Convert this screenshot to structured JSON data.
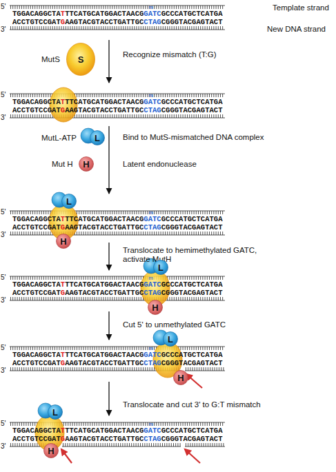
{
  "diagram": {
    "nodes": [
      {
        "text": [
          "S"
        ]
      },
      {
        "text": [
          "L"
        ]
      },
      {
        "text": [
          "H"
        ]
      },
      {
        "text": [
          "L"
        ]
      },
      {
        "text": [
          "H"
        ]
      },
      {
        "text": [
          "L"
        ]
      },
      {
        "text": [
          "H"
        ]
      },
      {
        "text": [
          "L"
        ]
      },
      {
        "text": [
          "H"
        ]
      },
      {
        "text": [
          "L"
        ]
      },
      {
        "text": [
          "H"
        ]
      }
    ],
    "labels": [
      "Template strand",
      "New DNA strand",
      "5'",
      "3'",
      "m",
      "TGGACAGGCTATTTCATGCATGGACTAACGGATCGCCCATGCTCATGA",
      "ACCTGTCCGATGAAGTACGTACCTGATTGCCTAGCGGGTACGAGTACT",
      "5'",
      "3'",
      "m",
      "TGGACAGGCTATTTCATGCATGGACTAACGGATCGCCCATGCTCATGA",
      "ACCTGTCCGATGAAGTACGTACCTGATTGCCTAGCGGGTACGAGTACT",
      "5'",
      "3'",
      "m",
      "TGGACAGGCTATTTCATGCATGGACTAACGGATCGCCCATGCTCATGA",
      "ACCTGTCCGATGAAGTACGTACCTGATTGCCTAGCGGGTACGAGTACT",
      "5'",
      "3'",
      "m",
      "TGGACAGGCTATTTCATGCATGGACTAACGGATCGCCCATGCTCATGA",
      "ACCTGTCCGATGAAGTACGTACCTGATTGCCTAGCGGGTACGAGTACT",
      "5'",
      "3'",
      "m",
      "TGGACAGGCTATTTCATGCATGGACTAACGGATCGCCCATGCTCATGA",
      "ACCTGTCCGATGAAGTACGTACCTGATTGCCTAGCGGGTACGAGTACT",
      "5'",
      "3'",
      "m",
      "TGGACAGGCTATTTCATGCATGGACTAACGGATCGCCCATGCTCATGA",
      "ACCTGTCCGATGAAGTACGTACCTGATTGCCTAGCGGGTACGAGTACT",
      "MutS",
      "Recognize mismatch (T:G)",
      "MutL-ATP",
      "Bind to MutS-mismatched DNA complex",
      "Mut H",
      "Latent endonuclease",
      "Translocate to hemimethylated GATC, activate MutH",
      "Cut 5' to unmethylated GATC",
      "Translocate and cut 3' to G:T mismatch"
    ]
  }
}
